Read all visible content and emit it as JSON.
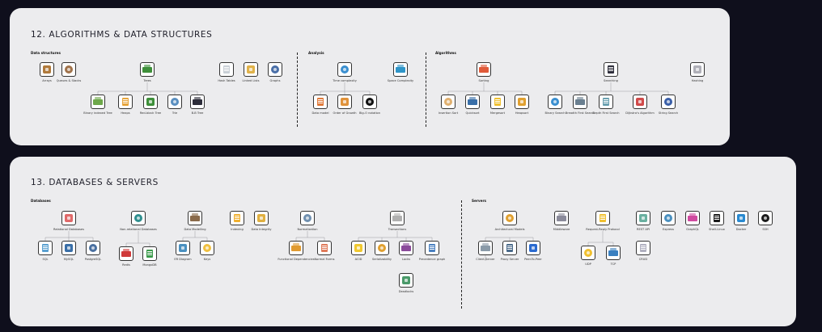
{
  "sections": [
    {
      "title": "12. ALGORITHMS & DATA STRUCTURES",
      "groups": [
        {
          "id": "ds",
          "title": "Data structures",
          "nodes": [
            {
              "label": "Arrays",
              "icon": "array-icon",
              "color": "#b07a3c"
            },
            {
              "label": "Queues & Stacks",
              "icon": "queue-stack-icon",
              "color": "#a0724a"
            },
            {
              "label": "Trees",
              "icon": "tree-icon",
              "color": "#3e8f3a"
            },
            {
              "label": "Hash Tables",
              "icon": "hash-table-icon",
              "color": "#c9cfd6"
            },
            {
              "label": "Linked Lists",
              "icon": "linked-list-icon",
              "color": "#e0b24a"
            },
            {
              "label": "Graphs",
              "icon": "graph-icon",
              "color": "#4a6fa8"
            },
            {
              "label": "Binary indexed Tree",
              "icon": "binary-indexed-tree-icon",
              "color": "#6ea84a"
            },
            {
              "label": "Heaps",
              "icon": "heap-icon",
              "color": "#e6a43a"
            },
            {
              "label": "Red-black Tree",
              "icon": "red-black-tree-icon",
              "color": "#3e8f3a"
            },
            {
              "label": "Trie",
              "icon": "trie-icon",
              "color": "#5a8fc0"
            },
            {
              "label": "B-B Tree",
              "icon": "b-tree-icon",
              "color": "#2d2d3a"
            }
          ]
        },
        {
          "id": "an",
          "title": "Analysis",
          "nodes": [
            {
              "label": "Time complexity",
              "icon": "stopwatch-icon",
              "color": "#3a8fd0"
            },
            {
              "label": "Space Complexity",
              "icon": "space-cube-icon",
              "color": "#2f95c8"
            },
            {
              "label": "Data model",
              "icon": "abacus-icon",
              "color": "#e07a3a"
            },
            {
              "label": "Order of Growth",
              "icon": "growth-chart-icon",
              "color": "#e0923a"
            },
            {
              "label": "Big-O notation",
              "icon": "big-o-icon",
              "color": "#111111"
            }
          ]
        },
        {
          "id": "al",
          "title": "Algorithms",
          "nodes": [
            {
              "label": "Sorting",
              "icon": "sorting-icon",
              "color": "#e05a3a"
            },
            {
              "label": "Searching",
              "icon": "binoculars-icon",
              "color": "#2d2d3a"
            },
            {
              "label": "Hashing",
              "icon": "hashing-icon",
              "color": "#b0b0b8"
            },
            {
              "label": "Insertion Sort",
              "icon": "insertion-sort-icon",
              "color": "#e0b070"
            },
            {
              "label": "Quicksort",
              "icon": "quicksort-icon",
              "color": "#3a6fa8"
            },
            {
              "label": "Mergesort",
              "icon": "mergesort-icon",
              "color": "#f0c030"
            },
            {
              "label": "Heapsort",
              "icon": "heapsort-icon",
              "color": "#e0a030"
            },
            {
              "label": "Binary Search",
              "icon": "magnifier-icon",
              "color": "#3a8fd0"
            },
            {
              "label": "Breadth First Search",
              "icon": "breadth-first-search-icon",
              "color": "#6a7f90"
            },
            {
              "label": "Depth First Search",
              "icon": "depth-first-search-icon",
              "color": "#6aa0b0"
            },
            {
              "label": "Dijkstra's Algorithm",
              "icon": "map-route-icon",
              "color": "#d04a4a"
            },
            {
              "label": "String Search",
              "icon": "string-search-icon",
              "color": "#3a5fa8"
            }
          ]
        }
      ]
    },
    {
      "title": "13. DATABASES & SERVERS",
      "groups": [
        {
          "id": "db",
          "title": "Databases",
          "nodes": [
            {
              "label": "Relational Databases",
              "icon": "relational-db-icon",
              "color": "#e06a6a"
            },
            {
              "label": "Non-relational Databases",
              "icon": "non-relational-db-icon",
              "color": "#2f8f8f"
            },
            {
              "label": "Data Modelling",
              "icon": "data-modelling-icon",
              "color": "#8a6a4a"
            },
            {
              "label": "Indexing",
              "icon": "indexing-icon",
              "color": "#f0b030"
            },
            {
              "label": "Data Integrity",
              "icon": "data-integrity-icon",
              "color": "#e0b040"
            },
            {
              "label": "Normalization",
              "icon": "normalization-icon",
              "color": "#7090b0"
            },
            {
              "label": "Transactions",
              "icon": "transactions-icon",
              "color": "#b0b0b0"
            },
            {
              "label": "SQL",
              "icon": "sql-icon",
              "color": "#5aa0d0"
            },
            {
              "label": "MySQL",
              "icon": "mysql-icon",
              "color": "#3a6fa8"
            },
            {
              "label": "PostgreSQL",
              "icon": "postgresql-icon",
              "color": "#4a70a0"
            },
            {
              "label": "Redis",
              "icon": "redis-icon",
              "color": "#d03a3a"
            },
            {
              "label": "MongoDB",
              "icon": "mongodb-icon",
              "color": "#3a9a4a"
            },
            {
              "label": "ER Diagram",
              "icon": "er-diagram-icon",
              "color": "#4a90c0"
            },
            {
              "label": "Keys",
              "icon": "keys-icon",
              "color": "#f0c040"
            },
            {
              "label": "Functional Dependencies",
              "icon": "functional-dependencies-icon",
              "color": "#e09a30"
            },
            {
              "label": "Normal Forms",
              "icon": "normal-forms-icon",
              "color": "#e07a5a"
            },
            {
              "label": "ACID",
              "icon": "acid-icon",
              "color": "#f0c830"
            },
            {
              "label": "Serializability",
              "icon": "serializability-icon",
              "color": "#e0a030"
            },
            {
              "label": "Locks",
              "icon": "locks-icon",
              "color": "#8a4a9a"
            },
            {
              "label": "Precedence graph",
              "icon": "precedence-graph-icon",
              "color": "#4a80c0"
            },
            {
              "label": "Deadlocks",
              "icon": "deadlocks-icon",
              "color": "#4a9a6a"
            }
          ]
        },
        {
          "id": "sv",
          "title": "Servers",
          "nodes": [
            {
              "label": "Architectural Models",
              "icon": "architectural-models-icon",
              "color": "#e0a030"
            },
            {
              "label": "Middleware",
              "icon": "middleware-icon",
              "color": "#8a8a9a"
            },
            {
              "label": "Request-Reply Protocol",
              "icon": "request-reply-icon",
              "color": "#f0c030"
            },
            {
              "label": "REST API",
              "icon": "rest-api-icon",
              "color": "#6ab0a0"
            },
            {
              "label": "Express",
              "icon": "express-icon",
              "color": "#4a90c0"
            },
            {
              "label": "GraphQL",
              "icon": "graphql-icon",
              "color": "#d04aa0"
            },
            {
              "label": "Shell-Linux",
              "icon": "linux-icon",
              "color": "#1a1a1a"
            },
            {
              "label": "Docker",
              "icon": "docker-icon",
              "color": "#2a8ad0"
            },
            {
              "label": "SSH",
              "icon": "ssh-terminal-icon",
              "color": "#1a1a1a"
            },
            {
              "label": "Client-Server",
              "icon": "client-server-icon",
              "color": "#8a9aa8"
            },
            {
              "label": "Proxy Server",
              "icon": "proxy-server-icon",
              "color": "#4a6a8a"
            },
            {
              "label": "Peer-To-Peer",
              "icon": "peer-to-peer-icon",
              "color": "#2a6ad0"
            },
            {
              "label": "UDP",
              "icon": "udp-icon",
              "color": "#f0c030"
            },
            {
              "label": "TCP",
              "icon": "tcp-icon",
              "color": "#3a80c0"
            },
            {
              "label": "CRUD",
              "icon": "crud-icon",
              "color": "#b0b0c0"
            }
          ]
        }
      ]
    }
  ]
}
